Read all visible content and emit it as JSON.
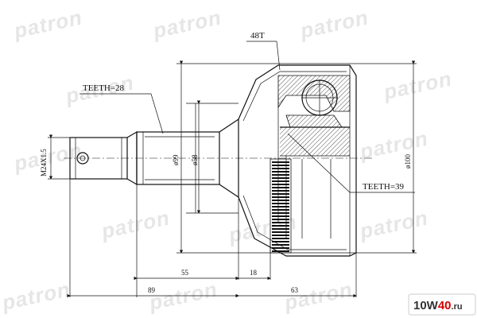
{
  "watermark": {
    "text": "patron"
  },
  "labels": {
    "outer_teeth": "48T",
    "shaft_teeth": "TEETH=28",
    "abs_teeth": "TEETH=39",
    "thread": "M24X1.5",
    "dia_99": "ø99",
    "dia_58": "ø58",
    "dia_100": "ø100"
  },
  "dimensions": {
    "d55": "55",
    "d18": "18",
    "d89": "89",
    "d63": "63"
  },
  "badge": {
    "prefix": "10W",
    "number": "40",
    "suffix": ".ru"
  },
  "colors": {
    "line": "#111111",
    "hatch": "#555555",
    "watermark": "#e6e6e6",
    "badge_accent": "#d40000"
  }
}
